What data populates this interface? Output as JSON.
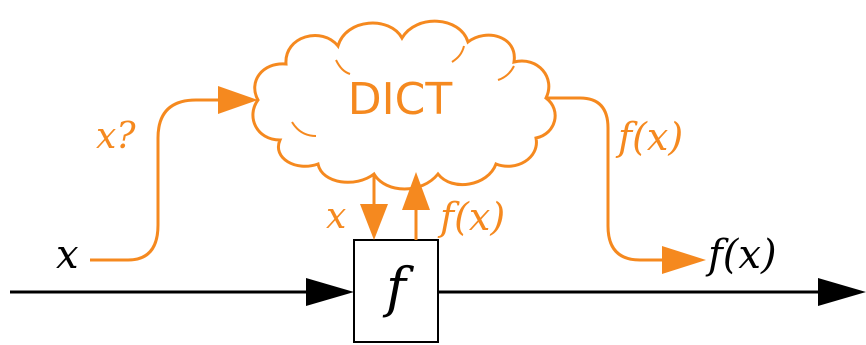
{
  "colors": {
    "accent": "#f5891f",
    "ink": "#000000",
    "background": "#ffffff"
  },
  "labels": {
    "cloud_text": "DICT",
    "input_x": "x",
    "query": "x?",
    "dict_output": "f(x)",
    "to_f_x": "x",
    "from_f": "f(x)",
    "final_output": "f(x)",
    "function_box": "f"
  }
}
